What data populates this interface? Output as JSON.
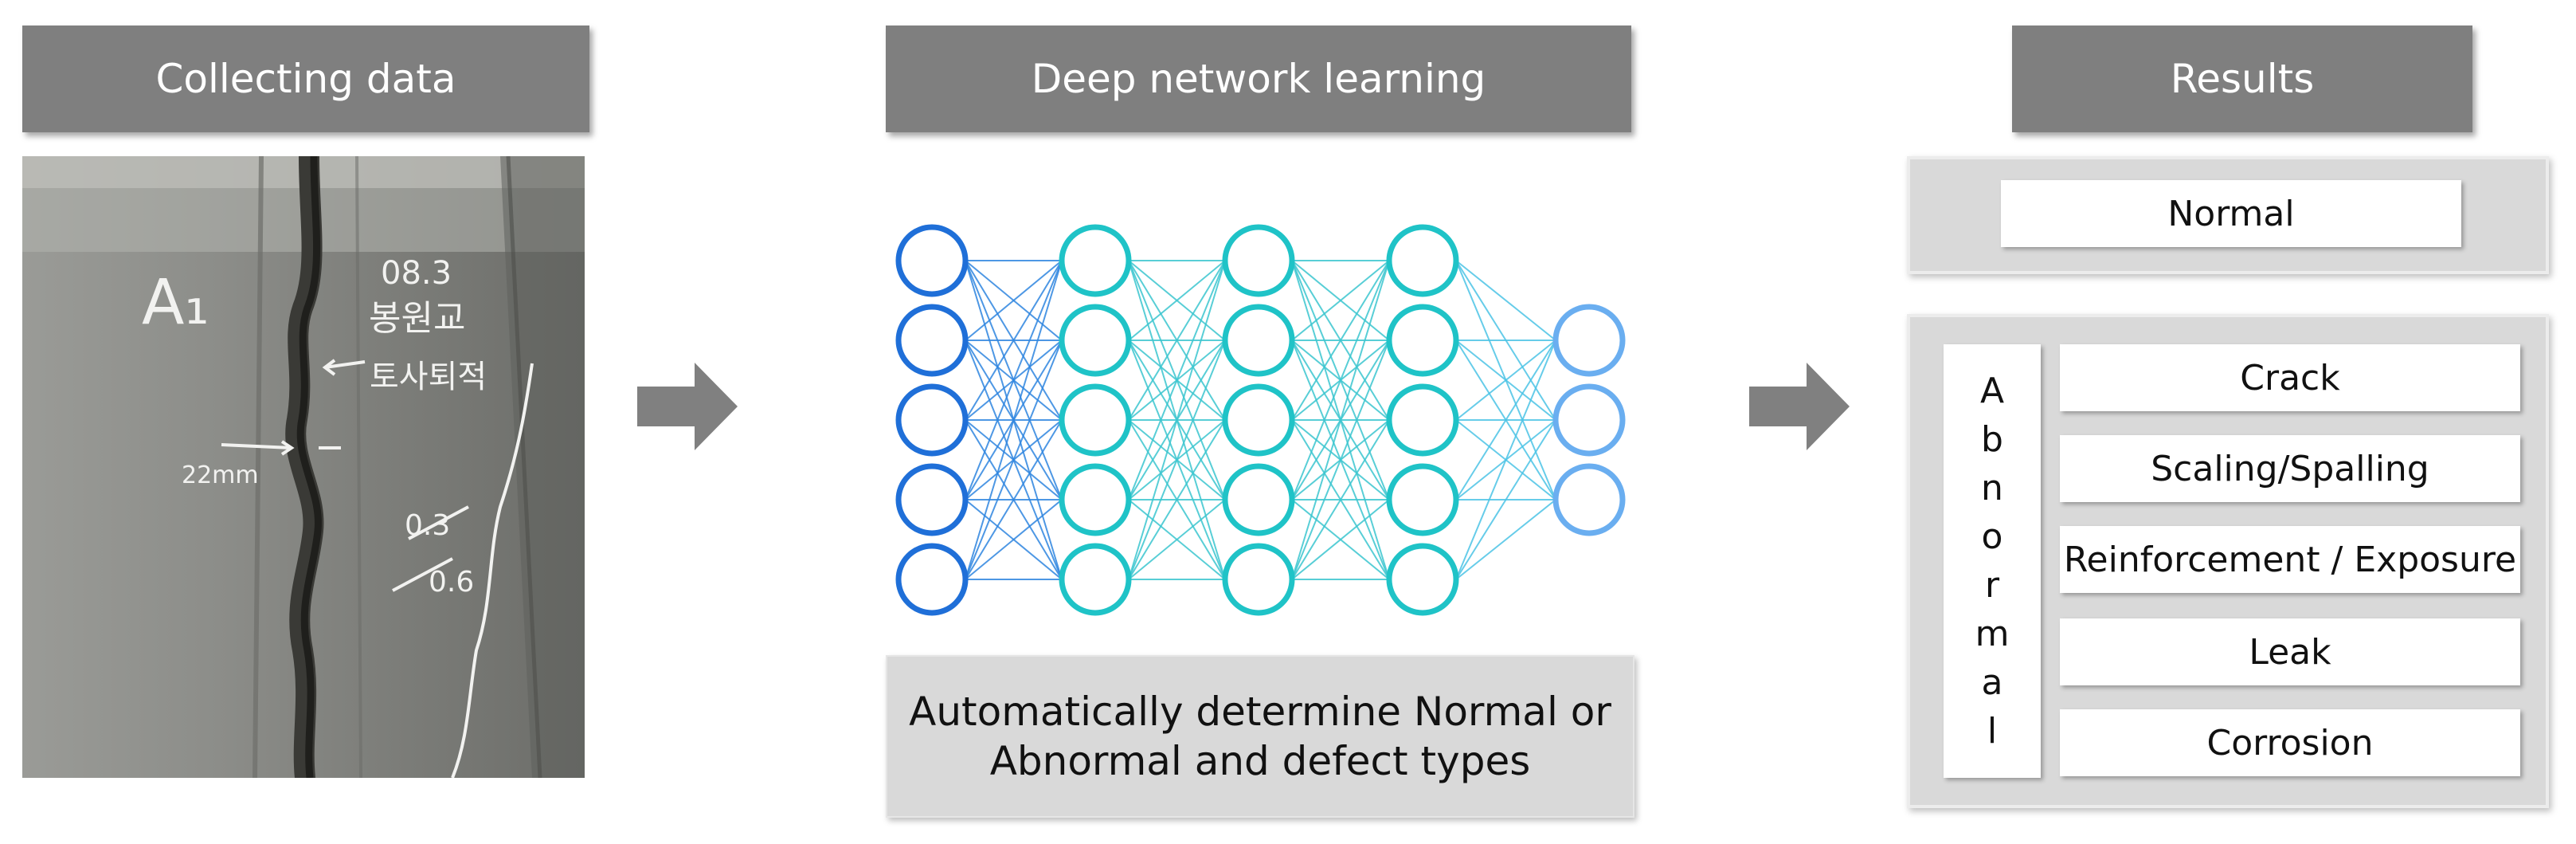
{
  "headers": {
    "collecting": "Collecting data",
    "deep": "Deep network learning",
    "results": "Results"
  },
  "photo": {
    "label_a": "A₁",
    "label_date": "08.3",
    "label_bridge": "봉원교",
    "label_soil": "토사퇴적",
    "label_width": "22mm",
    "label_03": "0.3",
    "label_06": "0.6"
  },
  "description": "Automatically determine Normal or\nAbnormal and defect types",
  "network": {
    "layers": [
      5,
      5,
      5,
      5,
      3
    ],
    "layer_colors": [
      "#1f6fd8",
      "#1fc3c7",
      "#1fc3c7",
      "#1fc3c7",
      "#6aaef0"
    ]
  },
  "results": {
    "normal": "Normal",
    "abnormal_letters": [
      "A",
      "b",
      "n",
      "o",
      "r",
      "m",
      "a",
      "l"
    ],
    "defects": [
      "Crack",
      "Scaling/Spalling",
      "Reinforcement / Exposure",
      "Leak",
      "Corrosion"
    ]
  },
  "colors": {
    "header_bg": "#7f7f7f",
    "arrow": "#808080",
    "panel_bg": "#d9d9d9"
  }
}
